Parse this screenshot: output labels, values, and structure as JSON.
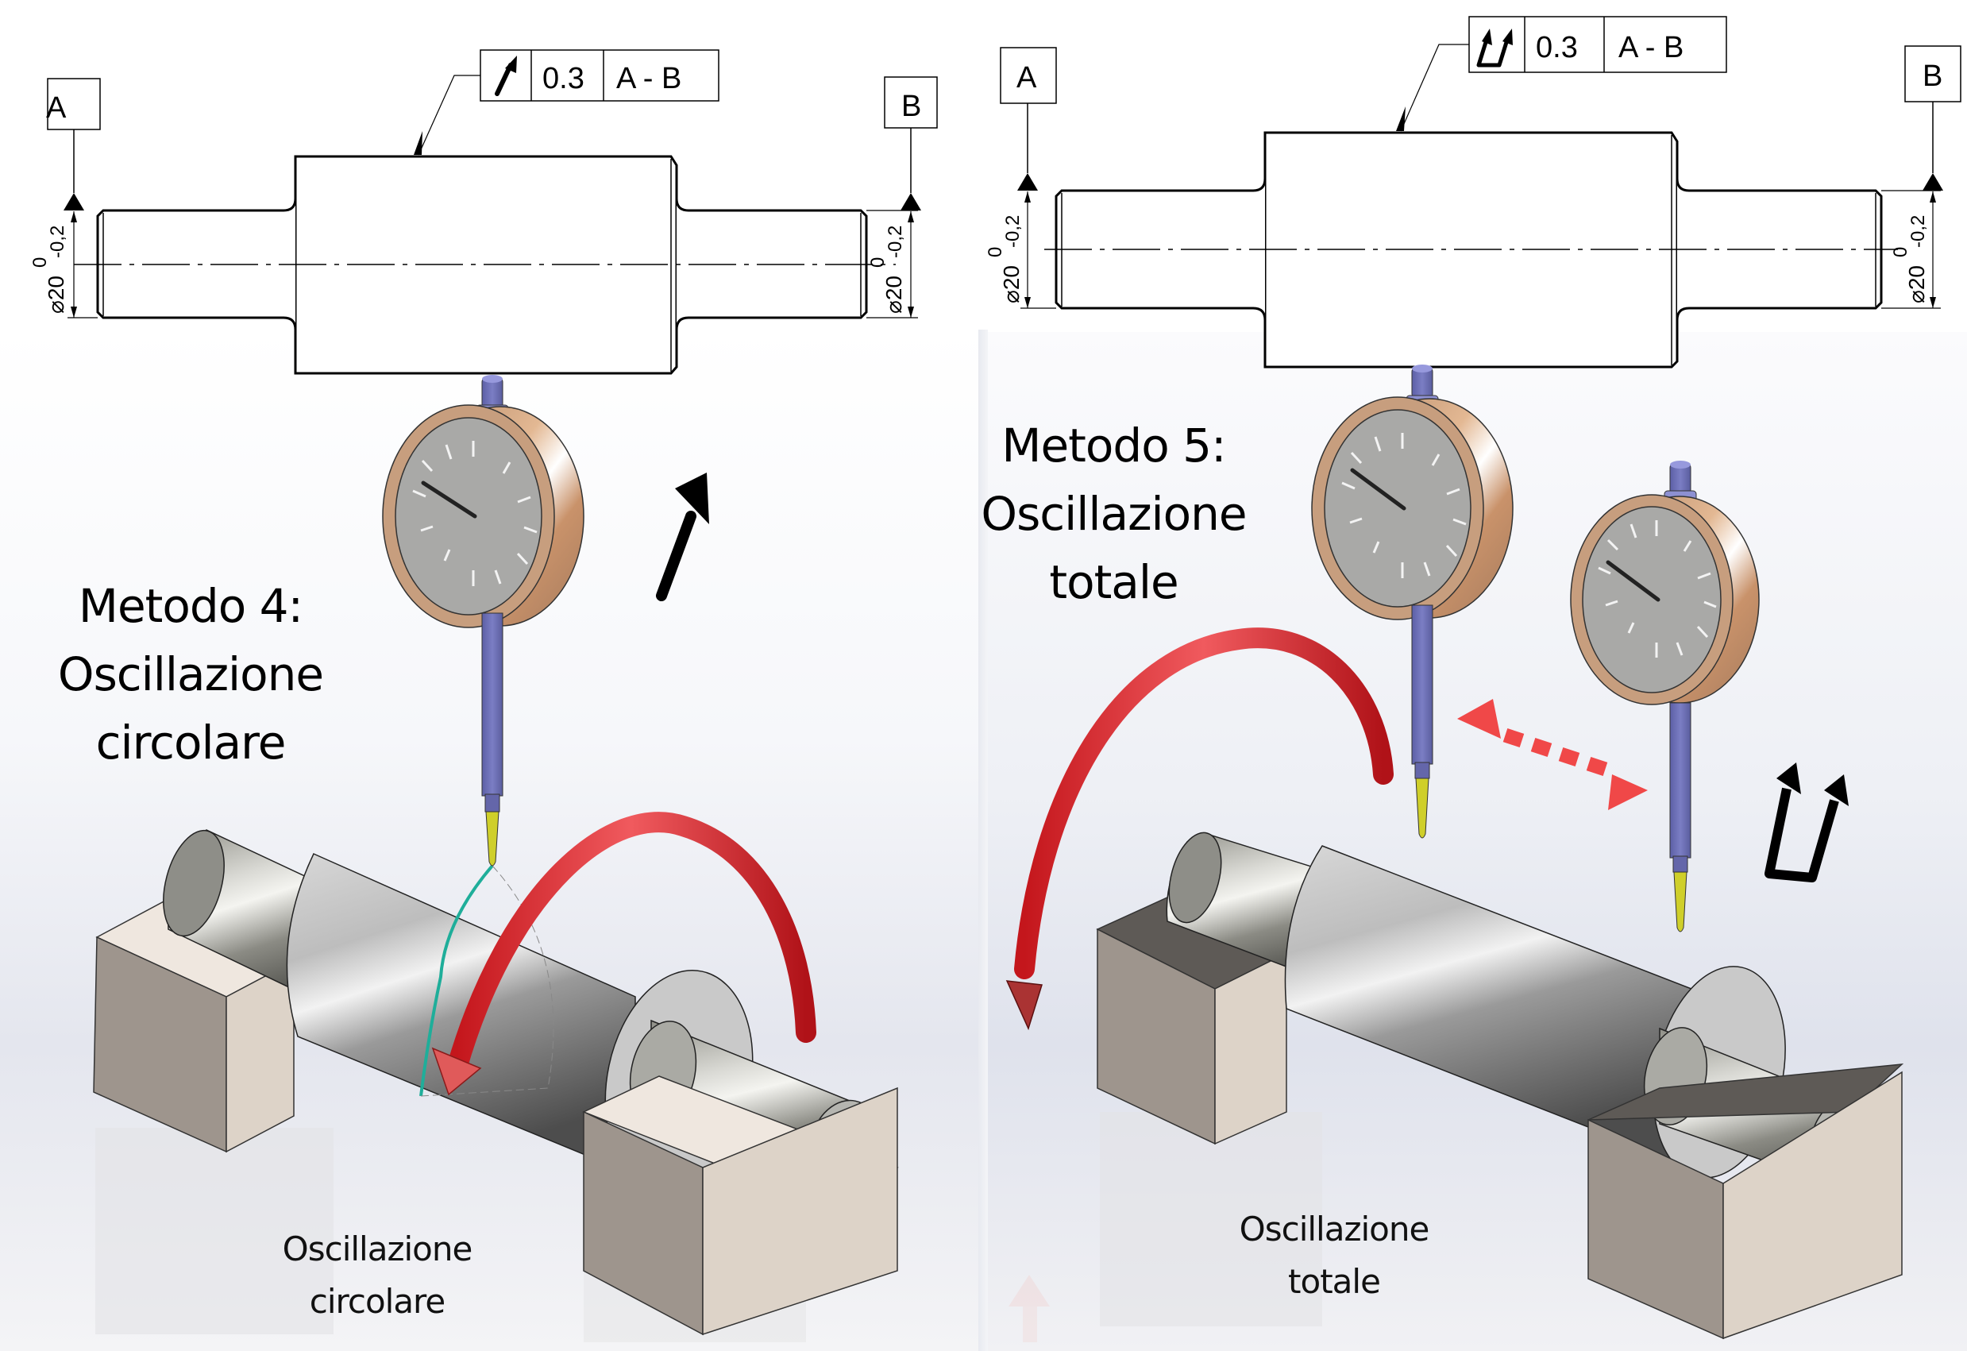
{
  "left_panel": {
    "drawing": {
      "datum_a": "A",
      "datum_b": "B",
      "fcf": {
        "symbol": "circular-runout-arrow",
        "tolerance": "0.3",
        "datum_ref": "A - B"
      },
      "dim_left": {
        "diameter": "⌀20",
        "upper": "0",
        "lower": "-0,2"
      },
      "dim_right": {
        "diameter": "⌀20",
        "upper": "0",
        "lower": "-0,2"
      }
    },
    "title": {
      "line1": "Metodo 4:",
      "line2": "Oscillazione",
      "line3": "circolare"
    },
    "label": {
      "line1": "Oscillazione",
      "line2": "circolare"
    },
    "symbol_icon": "circular-runout-arrow"
  },
  "right_panel": {
    "drawing": {
      "datum_a": "A",
      "datum_b": "B",
      "fcf": {
        "symbol": "total-runout-double-arrow",
        "tolerance": "0.3",
        "datum_ref": "A - B"
      },
      "dim_left": {
        "diameter": "⌀20",
        "upper": "0",
        "lower": "-0,2"
      },
      "dim_right": {
        "diameter": "⌀20",
        "upper": "0",
        "lower": "-0,2"
      }
    },
    "title": {
      "line1": "Metodo 5:",
      "line2": "Oscillazione",
      "line3": "totale"
    },
    "label": {
      "line1": "Oscillazione",
      "line2": "totale"
    },
    "symbol_icon": "total-runout-double-arrow"
  },
  "colors": {
    "runout_arrow_red": "#e0242a",
    "dial_bezel": "#c99a74",
    "dial_face": "#a8a8a6",
    "stem_blue": "#6f72b8",
    "probe_yellow": "#cfcf2a",
    "trace_teal": "#1fae9a",
    "shaft_grey": "#9a9a9a",
    "block_beige": "#ddd3c8"
  }
}
